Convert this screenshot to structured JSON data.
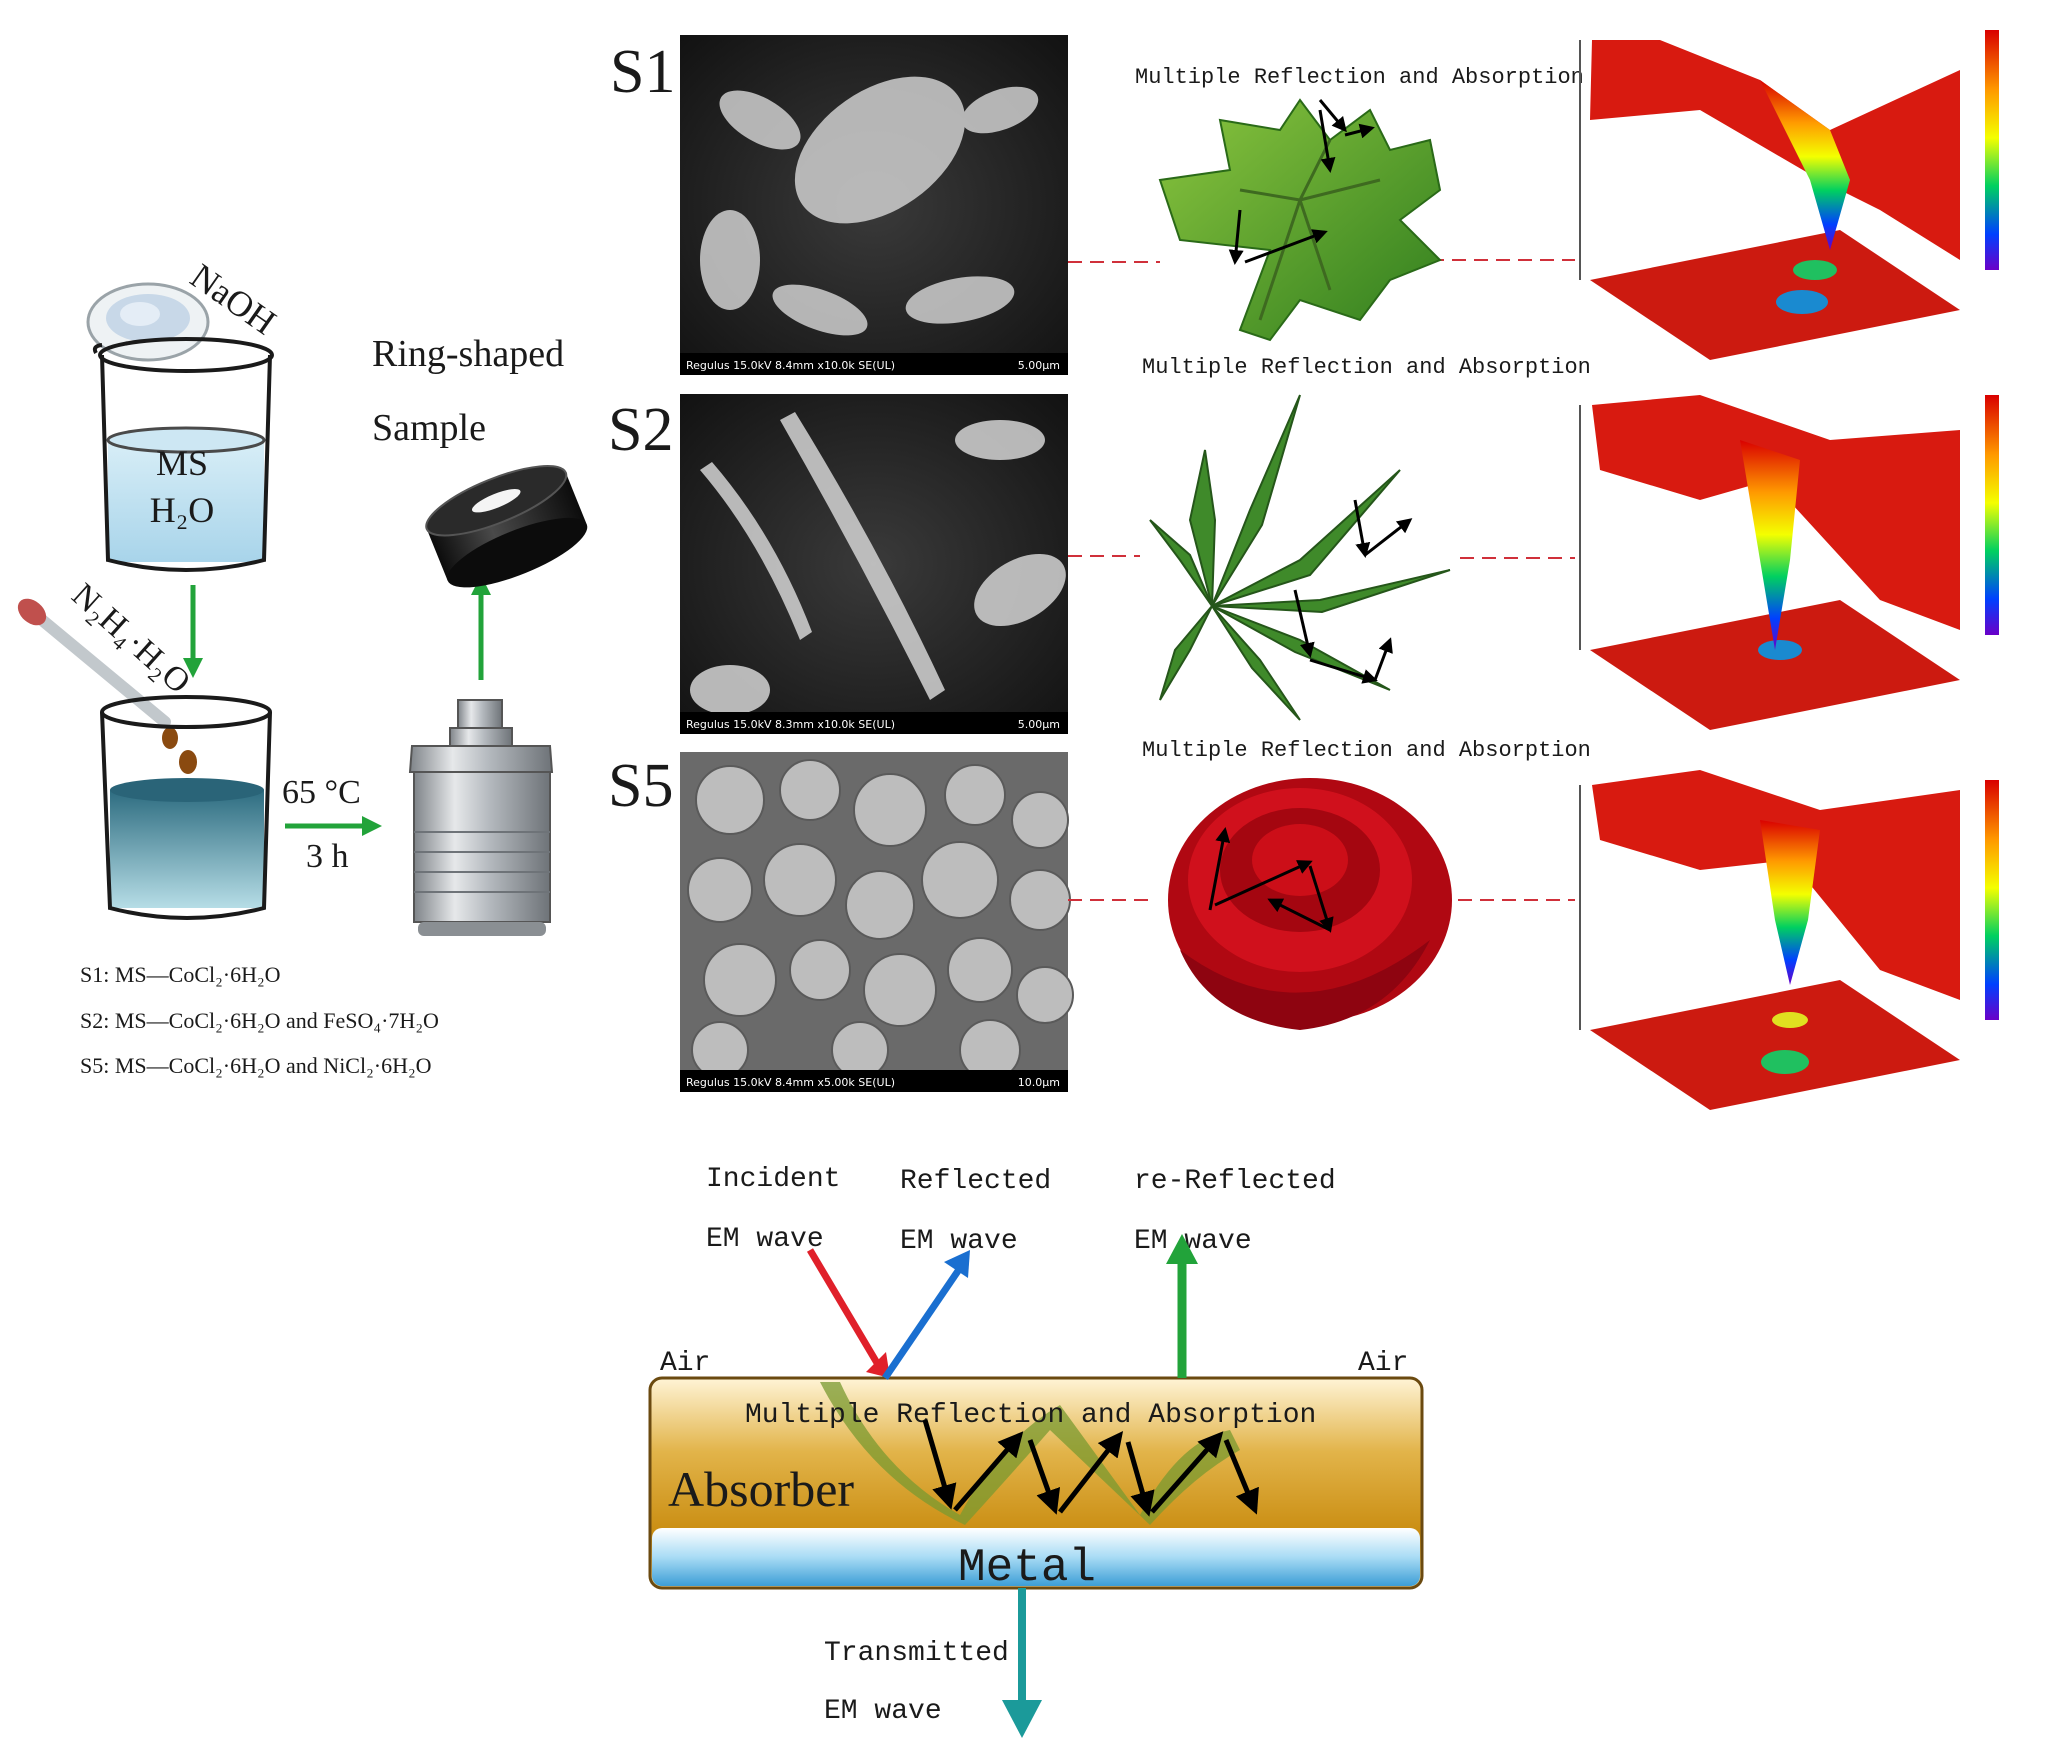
{
  "synthesis": {
    "naoh": "NaOH",
    "beaker1_line1": "MS",
    "beaker1_line2": "H₂O",
    "hydrazine": "N₂H₄·H₂O",
    "temperature": "65 °C",
    "duration": "3 h",
    "ring_line1": "Ring-shaped",
    "ring_line2": "Sample",
    "recipes": [
      "S1:  MS—CoCl₂·6H₂O",
      "S2:  MS—CoCl₂·6H₂O and FeSO₄·7H₂O",
      "S5:  MS—CoCl₂·6H₂O and NiCl₂·6H₂O"
    ]
  },
  "samples": [
    {
      "id": "S1",
      "sem_caption": "Regulus 15.0kV 8.4mm x10.0k SE(UL)",
      "sem_scale": "5.00μm",
      "mechanism": "Multiple Reflection and Absorption"
    },
    {
      "id": "S2",
      "sem_caption": "Regulus 15.0kV 8.3mm x10.0k SE(UL)",
      "sem_scale": "5.00μm",
      "mechanism": "Multiple Reflection and Absorption"
    },
    {
      "id": "S5",
      "sem_caption": "Regulus 15.0kV 8.4mm x5.00k SE(UL)",
      "sem_scale": "10.0μm",
      "mechanism": "Multiple Reflection and Absorption"
    }
  ],
  "mechanism_diagram": {
    "incident_1": "Incident",
    "incident_2": "EM wave",
    "reflected_1": "Reflected",
    "reflected_2": "EM wave",
    "rereflected_1": "re-Reflected",
    "rereflected_2": "EM wave",
    "air_left": "Air",
    "air_right": "Air",
    "inner_label": "Multiple Reflection and Absorption",
    "absorber": "Absorber",
    "metal": "Metal",
    "transmitted_1": "Transmitted",
    "transmitted_2": "EM wave"
  },
  "colors": {
    "arrow_green": "#22a33a",
    "incident_red": "#e0202a",
    "reflected_blue": "#1a6fd0",
    "transmitted_teal": "#1b9a9a",
    "absorber_gold": "#d4a020",
    "metal_blue": "#5db8e6"
  }
}
